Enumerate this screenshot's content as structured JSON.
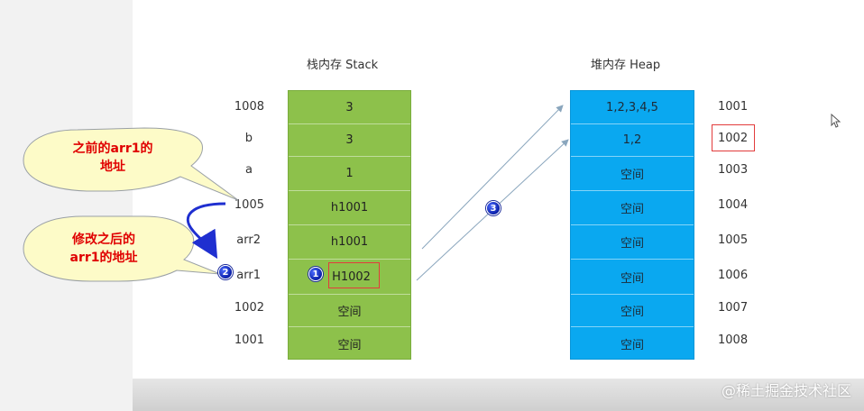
{
  "stack": {
    "title": "栈内存 Stack",
    "cells": [
      "3",
      "3",
      "1",
      "h1001",
      "h1001",
      "H1002",
      "空间",
      "空间"
    ],
    "labels": [
      "1008",
      "b",
      "a",
      "1005",
      "arr2",
      "arr1",
      "1002",
      "1001"
    ]
  },
  "heap": {
    "title": "堆内存 Heap",
    "cells": [
      "1,2,3,4,5",
      "1,2",
      "空间",
      "空间",
      "空间",
      "空间",
      "空间",
      "空间"
    ],
    "labels": [
      "1001",
      "1002",
      "1003",
      "1004",
      "1005",
      "1006",
      "1007",
      "1008"
    ]
  },
  "callouts": {
    "before": {
      "line1": "之前的arr1的",
      "line2": "地址"
    },
    "after": {
      "line1": "修改之后的",
      "line2": "arr1的地址"
    }
  },
  "badges": {
    "one": "1",
    "two": "2",
    "three": "3"
  },
  "watermark": "@稀土掘金技术社区",
  "colors": {
    "stack_fill": "#8dc14b",
    "heap_fill": "#0aa8f0",
    "highlight_box": "#e23c3c",
    "callout_fill": "#fdfbc8",
    "callout_text": "#e00000",
    "badge_fill": "#1a2db8"
  }
}
